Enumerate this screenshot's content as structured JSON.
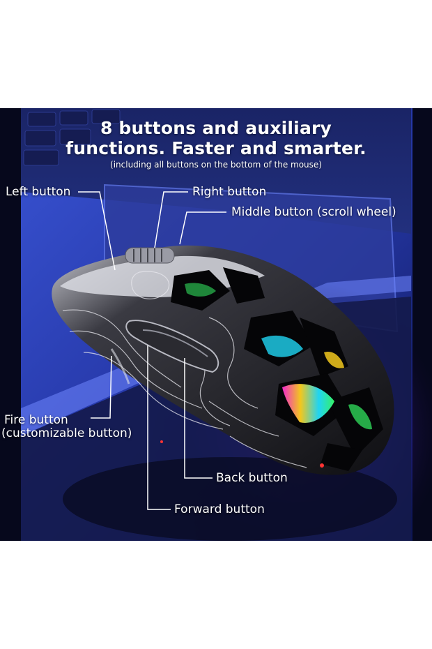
{
  "headline": {
    "line1": "8 buttons and auxiliary",
    "line2": "functions. Faster and smarter.",
    "note": "(including all buttons on the bottom of the mouse)"
  },
  "callouts": {
    "left_button": "Left button",
    "right_button": "Right button",
    "middle_button": "Middle button (scroll wheel)",
    "fire_button_line1": "Fire button",
    "fire_button_line2": "(customizable button)",
    "back_button": "Back button",
    "forward_button": "Forward button"
  },
  "colors": {
    "background": "#0b0f2a",
    "laptop": "#1f2a6e",
    "desk": "#2a3fb0",
    "mouse_shell": "#1a1a1e",
    "accent_rgb": [
      "#ff2bd6",
      "#ffd21f",
      "#22e0ff",
      "#38ff6a"
    ]
  }
}
